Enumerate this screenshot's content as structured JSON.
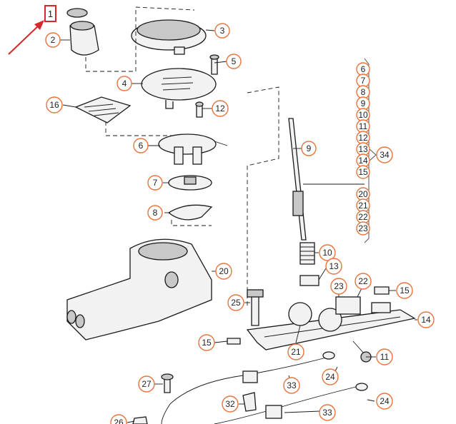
{
  "diagram": {
    "highlight_label": "1",
    "highlight_color": "#d62828",
    "callout_color": "#e8743c",
    "callouts": [
      {
        "id": "c2",
        "label": "2"
      },
      {
        "id": "c3",
        "label": "3"
      },
      {
        "id": "c4",
        "label": "4"
      },
      {
        "id": "c5",
        "label": "5"
      },
      {
        "id": "c16",
        "label": "16"
      },
      {
        "id": "c12",
        "label": "12"
      },
      {
        "id": "c6",
        "label": "6"
      },
      {
        "id": "c9",
        "label": "9"
      },
      {
        "id": "c7",
        "label": "7"
      },
      {
        "id": "c8",
        "label": "8"
      },
      {
        "id": "c10",
        "label": "10"
      },
      {
        "id": "c13",
        "label": "13"
      },
      {
        "id": "c20",
        "label": "20"
      },
      {
        "id": "c23",
        "label": "23"
      },
      {
        "id": "c22",
        "label": "22"
      },
      {
        "id": "c15a",
        "label": "15"
      },
      {
        "id": "c25",
        "label": "25"
      },
      {
        "id": "c14",
        "label": "14"
      },
      {
        "id": "c15b",
        "label": "15"
      },
      {
        "id": "c21",
        "label": "21"
      },
      {
        "id": "c11",
        "label": "11"
      },
      {
        "id": "c24a",
        "label": "24"
      },
      {
        "id": "c27",
        "label": "27"
      },
      {
        "id": "c33a",
        "label": "33"
      },
      {
        "id": "c32",
        "label": "32"
      },
      {
        "id": "c24b",
        "label": "24"
      },
      {
        "id": "c33b",
        "label": "33"
      },
      {
        "id": "c26",
        "label": "26"
      },
      {
        "id": "c34",
        "label": "34"
      }
    ],
    "group_list": [
      "6",
      "7",
      "8",
      "9",
      "10",
      "11",
      "12",
      "13",
      "14",
      "15",
      "20",
      "21",
      "22",
      "23"
    ]
  }
}
